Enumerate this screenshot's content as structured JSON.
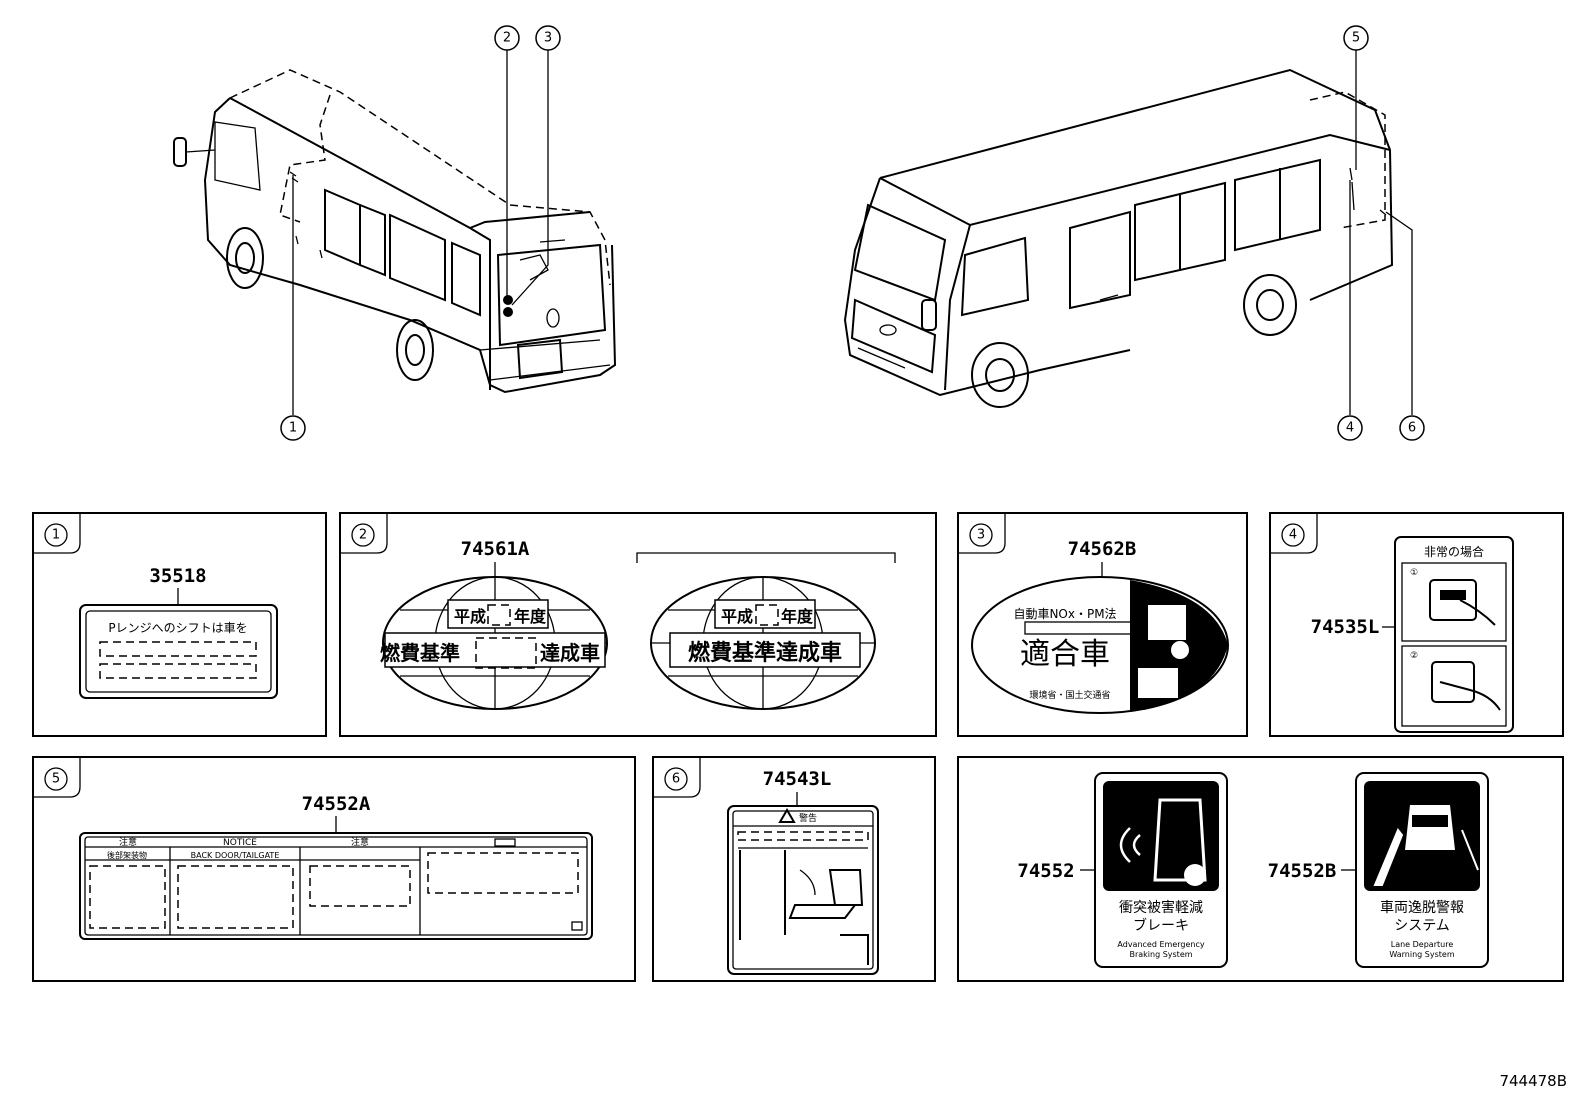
{
  "callouts": {
    "c1": "1",
    "c2": "2",
    "c3": "3",
    "c4": "4",
    "c5": "5",
    "c6": "6"
  },
  "panels": {
    "p1": {
      "num": "1",
      "part": "35518",
      "text": "Pレンジへのシフトは車を"
    },
    "p2": {
      "num": "2",
      "part": "74561A",
      "heisei": "平成",
      "nendo": "年度",
      "nenpi": "燃費基準",
      "tassei": "達成車",
      "full": "燃費基準達成車"
    },
    "p3": {
      "num": "3",
      "part": "74562B",
      "top": "自動車NOx・PM法",
      "main": "適合車",
      "bottom": "環境省・国土交通省"
    },
    "p4": {
      "num": "4",
      "part": "74535L",
      "title": "非常の場合",
      "s1": "①",
      "s2": "②"
    },
    "p5": {
      "num": "5",
      "part": "74552A",
      "h1": "注意",
      "h2": "NOTICE",
      "h3": "注意",
      "r1": "後部架装物",
      "r2": "BACK DOOR/TAILGATE"
    },
    "p6": {
      "num": "6",
      "part": "74543L",
      "warn": "警告"
    },
    "p7": {
      "partA": "74552",
      "a1": "衝突被害軽減",
      "a2": "ブレーキ",
      "a3": "Advanced Emergency",
      "a4": "Braking System",
      "partB": "74552B",
      "b1": "車両逸脱警報",
      "b2": "システム",
      "b3": "Lane Departure",
      "b4": "Warning System"
    }
  },
  "figure_id": "744478B"
}
